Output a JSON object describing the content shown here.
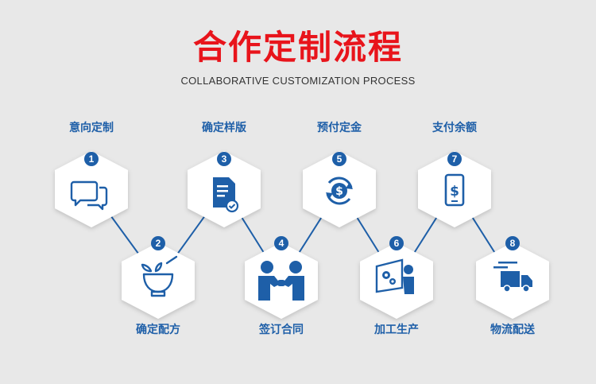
{
  "header": {
    "title": "合作定制流程",
    "subtitle": "COLLABORATIVE CUSTOMIZATION PROCESS"
  },
  "colors": {
    "accent": "#e8141b",
    "brand_blue": "#1e5fa8",
    "background": "#e8e8e8",
    "hex_fill": "#ffffff"
  },
  "steps": [
    {
      "number": "1",
      "label": "意向定制",
      "icon": "chat-bubbles-icon"
    },
    {
      "number": "2",
      "label": "确定配方",
      "icon": "mortar-pestle-icon"
    },
    {
      "number": "3",
      "label": "确定样版",
      "icon": "document-check-icon"
    },
    {
      "number": "4",
      "label": "签订合同",
      "icon": "handshake-icon"
    },
    {
      "number": "5",
      "label": "预付定金",
      "icon": "dollar-cycle-icon"
    },
    {
      "number": "6",
      "label": "加工生产",
      "icon": "production-icon"
    },
    {
      "number": "7",
      "label": "支付余额",
      "icon": "phone-dollar-icon"
    },
    {
      "number": "8",
      "label": "物流配送",
      "icon": "delivery-truck-icon"
    }
  ]
}
